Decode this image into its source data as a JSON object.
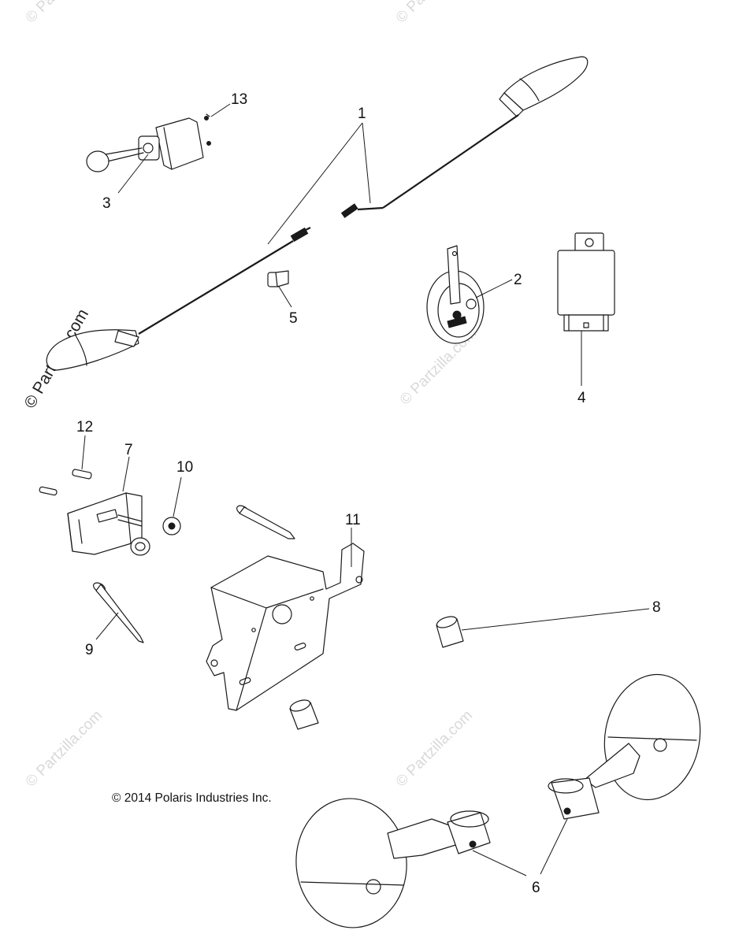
{
  "callouts": {
    "c1": "1",
    "c2": "2",
    "c3": "3",
    "c4": "4",
    "c5": "5",
    "c6": "6",
    "c7": "7",
    "c8": "8",
    "c9": "9",
    "c10": "10",
    "c11": "11",
    "c12": "12",
    "c13": "13"
  },
  "copyright": "© 2014 Polaris Industries Inc.",
  "watermark": "© Partzilla.com",
  "colors": {
    "line": "#1a1a1a",
    "background": "#ffffff",
    "watermark": "#d9d9d9"
  }
}
